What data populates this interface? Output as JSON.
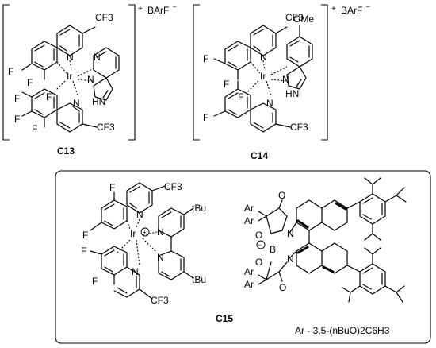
{
  "compounds": {
    "c13": {
      "label": "C13",
      "counterion": "BArF",
      "counterion_charge": "–",
      "plus_sign": "+",
      "atoms": {
        "metal": "Ir",
        "cf3_top": "CF3",
        "cf3_bottom": "CF3",
        "f1": "F",
        "f2": "F",
        "f3": "F",
        "f4": "F",
        "f5": "F",
        "f6": "F",
        "n_top": "N",
        "n_bottom": "N",
        "n_pyridyl": "N",
        "n_pyrazole": "N",
        "hn_pyrazole": "HN"
      }
    },
    "c14": {
      "label": "C14",
      "counterion": "BArF",
      "counterion_charge": "–",
      "plus_sign": "+",
      "atoms": {
        "metal": "Ir",
        "cf3_top": "CF3",
        "cf3_bottom": "CF3",
        "ome": "OMe",
        "f1": "F",
        "f2": "F",
        "f3": "F",
        "f4": "F",
        "n_top": "N",
        "n_bottom": "N",
        "n_pyrazole": "N",
        "hn_pyrazole": "HN"
      }
    },
    "c15": {
      "label": "C15",
      "ar_definition": "Ar - 3,5-(nBuO)2C6H3",
      "atoms": {
        "metal": "Ir",
        "metal_charge": "+",
        "cf3_top": "CF3",
        "cf3_bottom": "CF3",
        "tbu_top": "tBu",
        "tbu_bottom": "tBu",
        "f1": "F",
        "f2": "F",
        "f3": "F",
        "f4": "F",
        "n1": "N",
        "n2": "N",
        "n3": "N",
        "n4": "N",
        "borate_b": "B",
        "borate_charge": "–",
        "o1": "O",
        "o2": "O",
        "o3": "O",
        "o4": "O",
        "n_amide1": "N",
        "n_amide2": "N",
        "ar1": "Ar",
        "ar2": "Ar",
        "ar3": "Ar",
        "ar4": "Ar"
      }
    }
  }
}
